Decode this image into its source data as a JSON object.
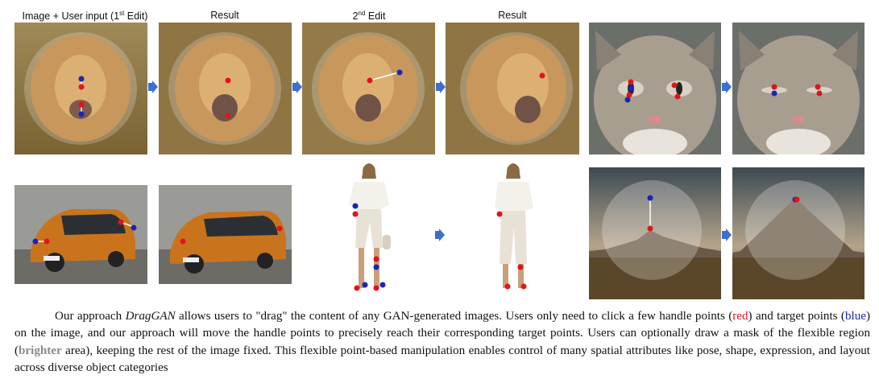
{
  "labels": {
    "col1_prefix": "Image + User input (1",
    "col1_sup": "st",
    "col1_suffix": " Edit)",
    "col2": "Result",
    "col3_prefix": "2",
    "col3_sup": "nd",
    "col3_suffix": " Edit",
    "col4": "Result"
  },
  "caption": {
    "p1": "Our approach ",
    "method": "DragGAN",
    "p2": " allows users to \"drag\" the content of any GAN-generated images. Users only need to click a few handle points (",
    "red_word": "red",
    "p3": ") and target points (",
    "blue_word": "blue",
    "p4": ") on the image, and our approach will move the handle points to precisely reach their corresponding target points. Users can optionally draw a mask of the flexible region (",
    "bright_word": "brighter",
    "p5": " area), keeping the rest of the image fixed. This flexible point-based manipulation enables control of many spatial attributes like pose, shape, expression, and layout across diverse object categories"
  },
  "colors": {
    "handle_point": "#e0141e",
    "target_point": "#1a25b8",
    "arrow": "#3b6fd1"
  }
}
